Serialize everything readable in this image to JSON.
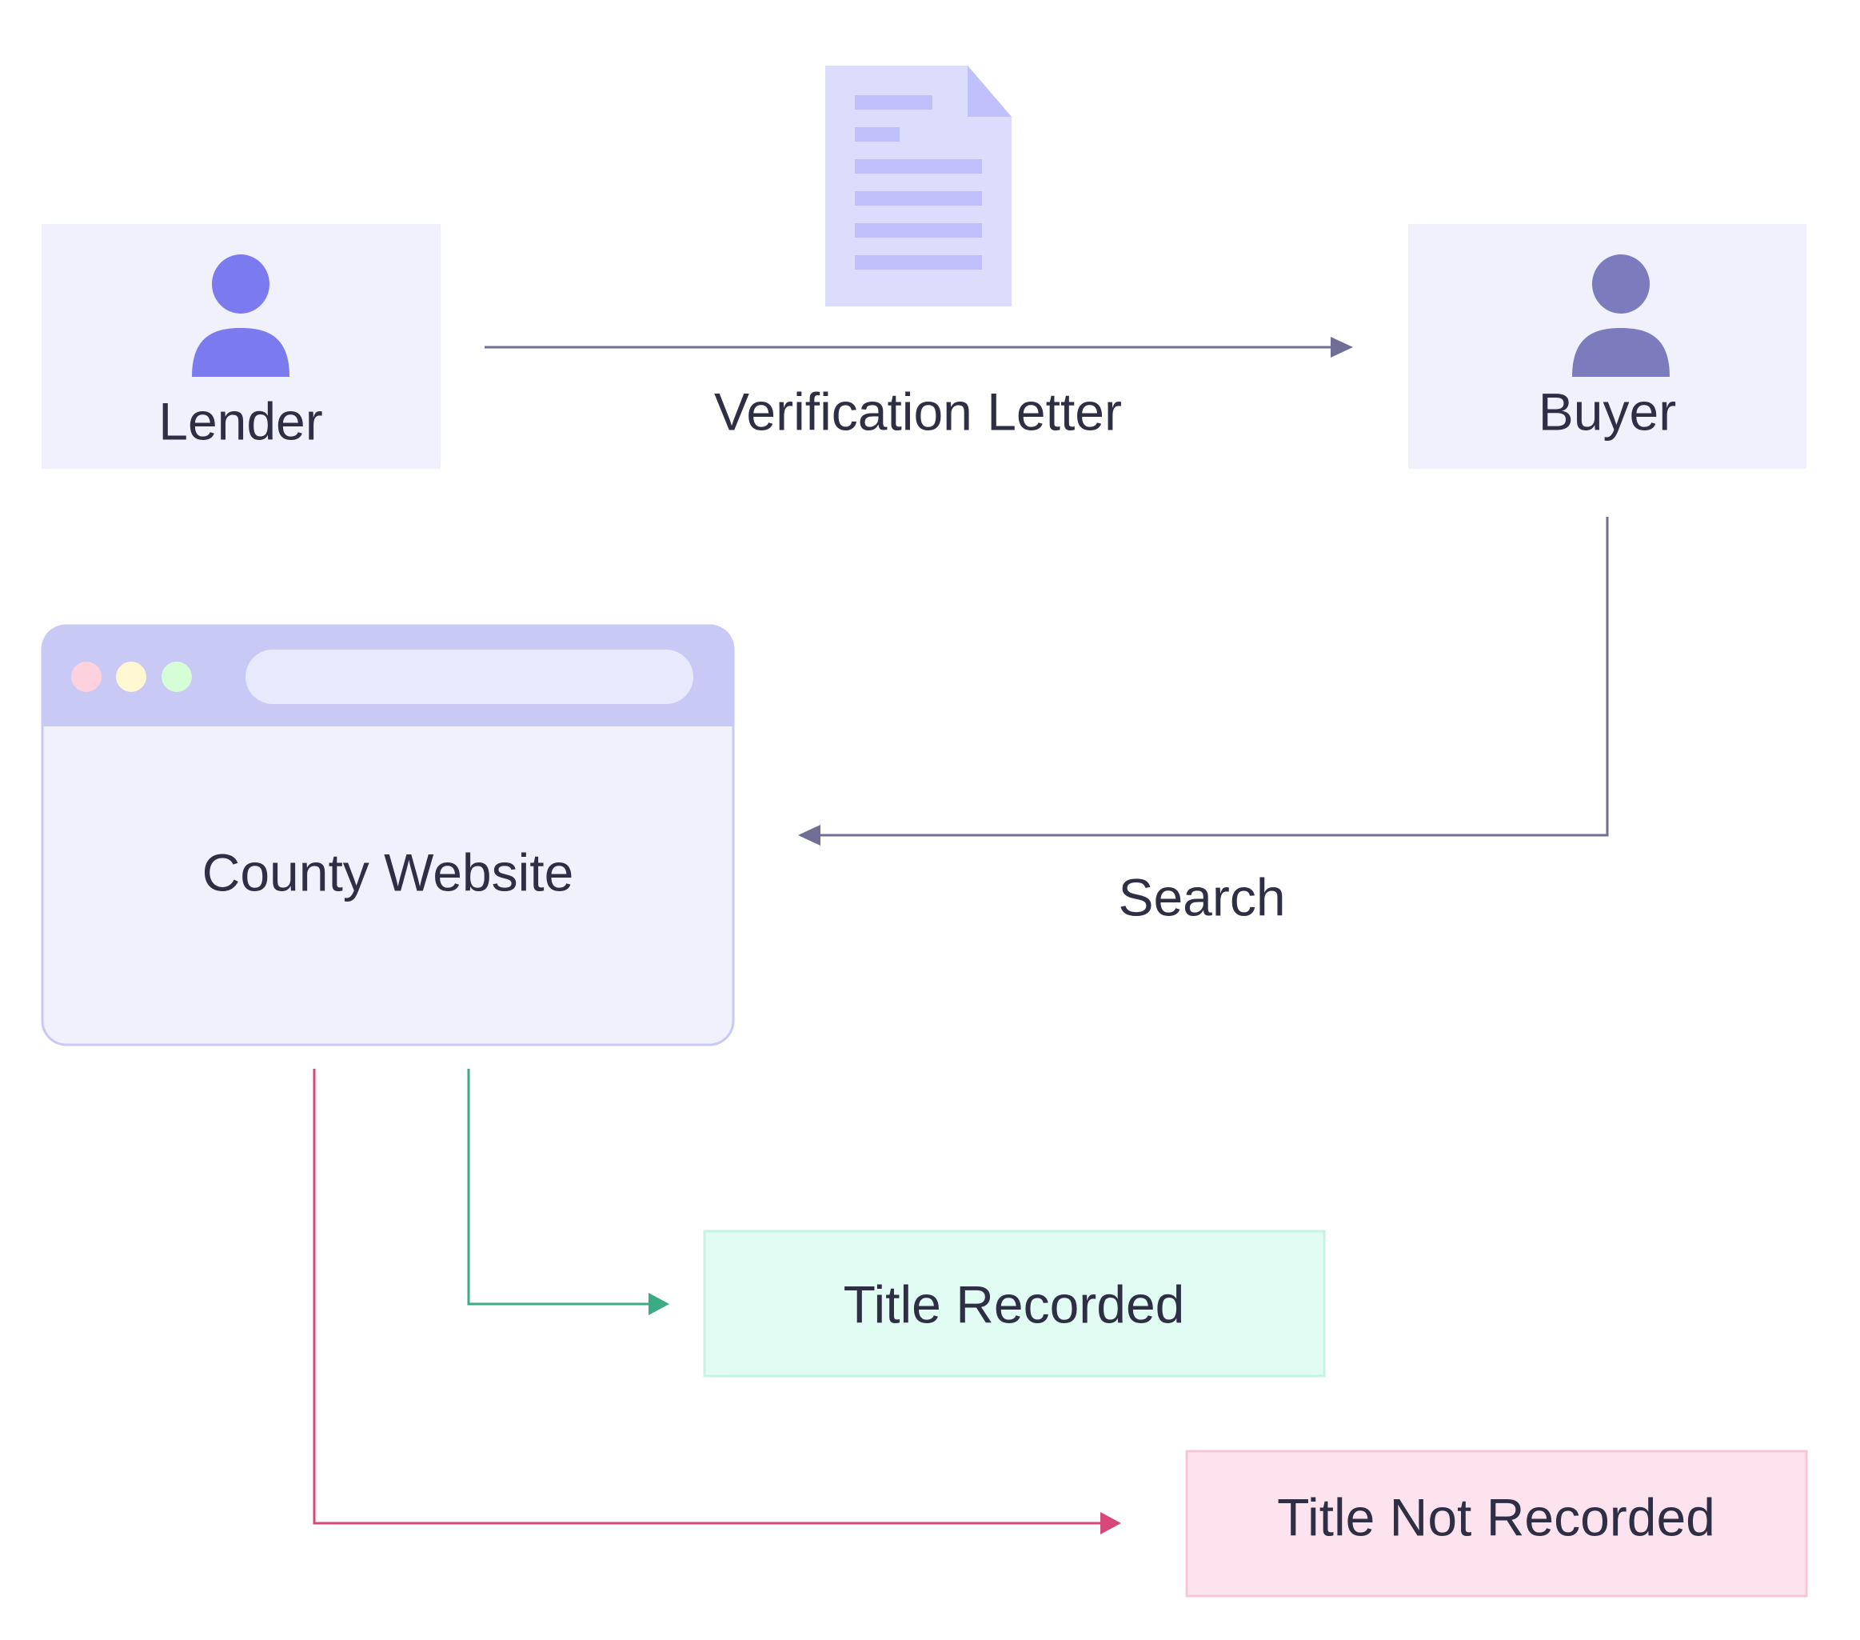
{
  "nodes": {
    "lender": {
      "label": "Lender"
    },
    "buyer": {
      "label": "Buyer"
    },
    "county_website": {
      "label": "County Website"
    },
    "title_recorded": {
      "label": "Title Recorded"
    },
    "title_not_recorded": {
      "label": "Title Not Recorded"
    }
  },
  "edges": {
    "lender_to_buyer": {
      "label": "Verification Letter"
    },
    "buyer_to_county": {
      "label": "Search"
    }
  },
  "colors": {
    "node_bg": "#f1f1fd",
    "lender_icon": "#7b7bef",
    "buyer_icon": "#7b7bbd",
    "arrow": "#6e6e96",
    "document_bg": "#dcdcfd",
    "document_lines": "#c0c0fc",
    "browser_titlebar": "#c9c9f6",
    "browser_body": "#f1f1fd",
    "address_bar": "#e9e9fd",
    "dot_red": "#fed1de",
    "dot_yellow": "#fef7d2",
    "dot_green": "#d5fdd6",
    "recorded_bg": "#e0fcf3",
    "recorded_border": "#c8f2e4",
    "recorded_arrow": "#3aab82",
    "not_recorded_bg": "#fde3ee",
    "not_recorded_border": "#f8c5d8",
    "not_recorded_arrow": "#d6477a",
    "text": "#2e2e45"
  }
}
